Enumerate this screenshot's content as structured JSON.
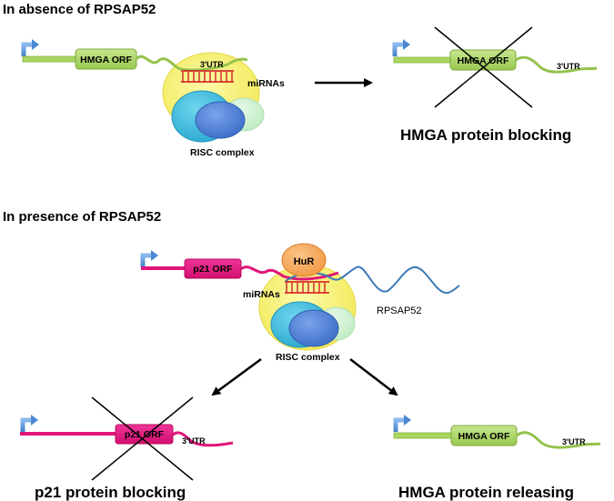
{
  "top_panel": {
    "title": "In absence of RPSAP52",
    "orf_label": "HMGA ORF",
    "utr_label": "3'UTR",
    "mirna_label": "miRNAs",
    "risc_label": "RISC complex",
    "blocked_orf_label": "HMGA ORF",
    "blocked_utr_label": "3'UTR",
    "result_caption": "HMGA protein blocking"
  },
  "bottom_panel": {
    "title": "In presence of RPSAP52",
    "orf_label": "p21 ORF",
    "hur_label": "HuR",
    "mirna_label": "miRNAs",
    "lncrna_label": "RPSAP52",
    "risc_label": "RISC complex",
    "left_result": {
      "orf_label": "p21 ORF",
      "utr_label": "3'UTR",
      "caption": "p21 protein blocking"
    },
    "right_result": {
      "orf_label": "HMGA ORF",
      "utr_label": "3'UTR",
      "caption": "HMGA protein releasing"
    }
  },
  "colors": {
    "hmga_green": "#a9d65f",
    "p21_magenta": "#e0157a",
    "risc_yellow": "#f8f277",
    "risc_teal": "#3ebfdd",
    "risc_blue": "#4b7fd6",
    "risc_mint": "#cdf2cf",
    "hur_orange": "#f7a75c",
    "promoter_blue": "#5b95d8",
    "lncrna_blue": "#3b79b8",
    "mirna_red": "#d0101f"
  },
  "icons": [
    "promoter-arrow-icon",
    "cross-out-icon",
    "arrow-icon"
  ]
}
